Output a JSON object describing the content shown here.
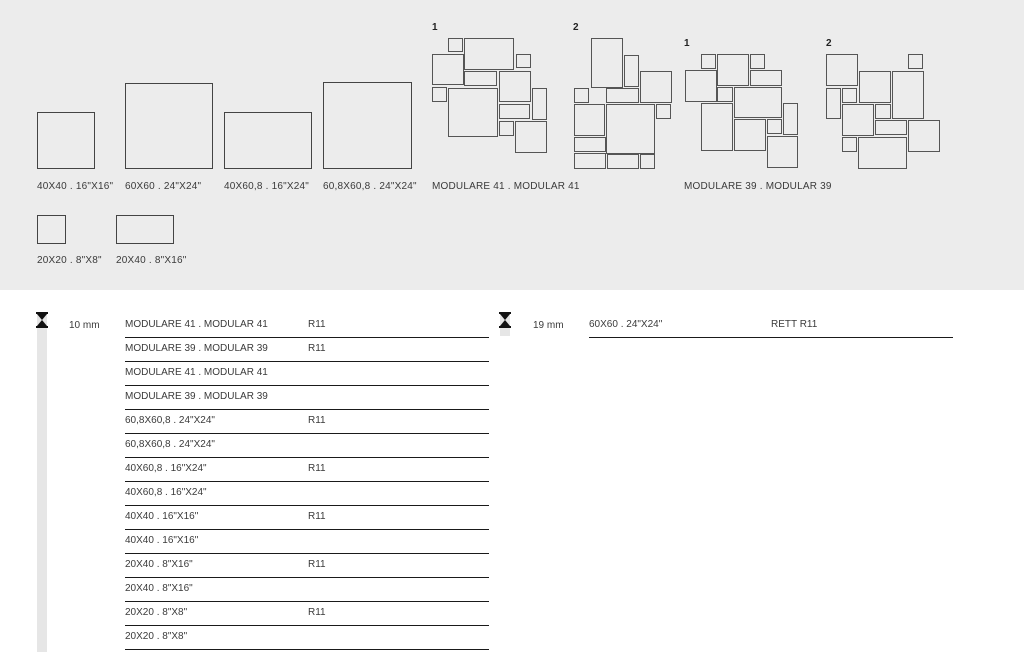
{
  "formats": {
    "f40x40": "40X40 . 16\"X16\"",
    "f60x60": "60X60 . 24\"X24\"",
    "f40x60": "40X60,8 . 16\"X24\"",
    "f608x608": "60,8X60,8 . 24\"X24\"",
    "mod41": "MODULARE 41 . MODULAR 41",
    "mod39": "MODULARE 39 . MODULAR 39",
    "f20x20": "20X20 . 8\"X8\"",
    "f20x40": "20X40 . 8\"X16\""
  },
  "pattern_numbers": {
    "one": "1",
    "two": "2"
  },
  "icons": {
    "thickness": "hourglass-icon"
  },
  "thickness_10": {
    "label": "10 mm",
    "rows": [
      {
        "name": "MODULARE 41 . MODULAR 41",
        "finish": "R11"
      },
      {
        "name": "MODULARE 39 . MODULAR 39",
        "finish": "R11"
      },
      {
        "name": "MODULARE 41 . MODULAR 41",
        "finish": ""
      },
      {
        "name": "MODULARE 39 . MODULAR 39",
        "finish": ""
      },
      {
        "name": "60,8X60,8 . 24\"X24\"",
        "finish": "R11"
      },
      {
        "name": "60,8X60,8 . 24\"X24\"",
        "finish": ""
      },
      {
        "name": "40X60,8 . 16\"X24\"",
        "finish": "R11"
      },
      {
        "name": "40X60,8 . 16\"X24\"",
        "finish": ""
      },
      {
        "name": "40X40 . 16\"X16\"",
        "finish": "R11"
      },
      {
        "name": "40X40 . 16\"X16\"",
        "finish": ""
      },
      {
        "name": "20X40 . 8\"X16\"",
        "finish": "R11"
      },
      {
        "name": "20X40 . 8\"X16\"",
        "finish": ""
      },
      {
        "name": "20X20 . 8\"X8\"",
        "finish": "R11"
      },
      {
        "name": "20X20 . 8\"X8\"",
        "finish": ""
      }
    ]
  },
  "thickness_19": {
    "label": "19 mm",
    "rows": [
      {
        "name": "60X60 . 24\"X24\"",
        "finish": "RETT R11"
      }
    ]
  }
}
